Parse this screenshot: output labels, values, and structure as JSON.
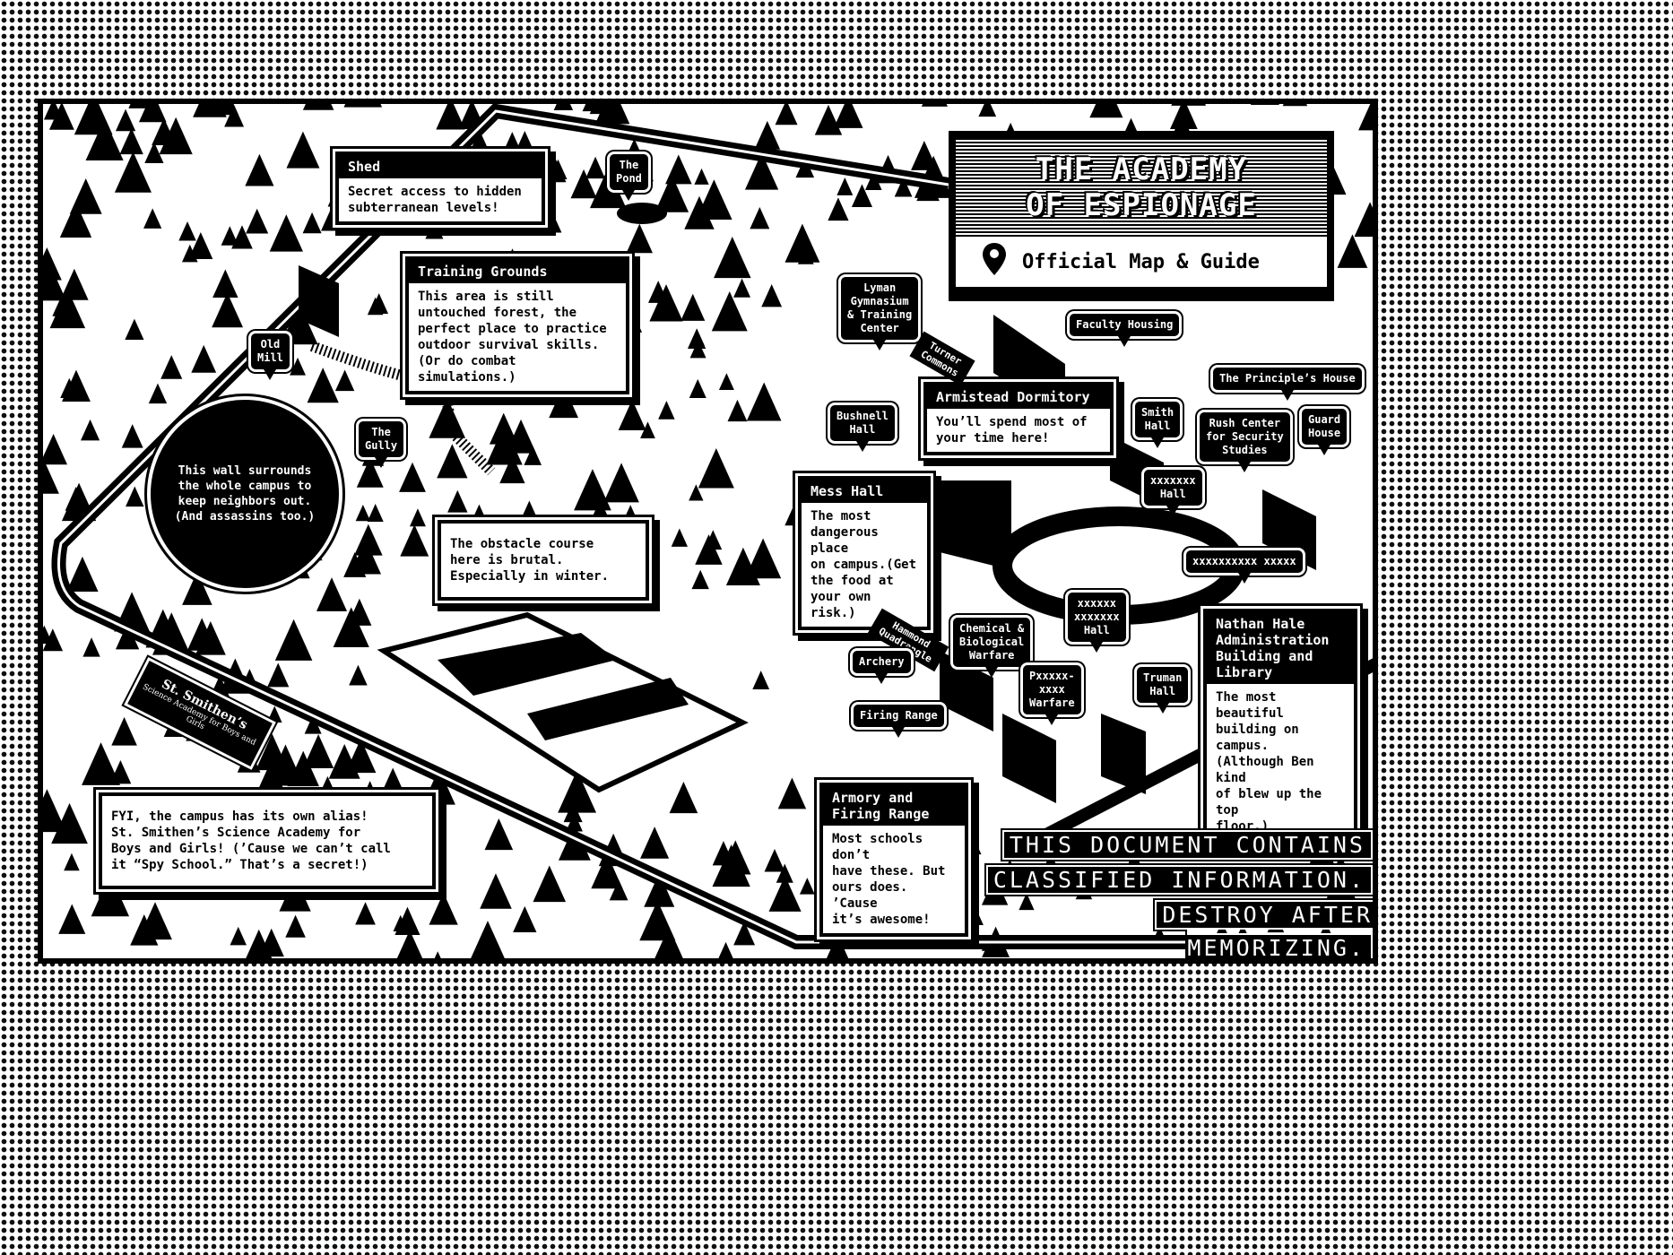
{
  "title": {
    "line1": "THE ACADEMY\nOF ESPIONAGE",
    "subtitle": "Official Map & Guide",
    "icon": "map-pin-icon"
  },
  "callouts": {
    "shed": {
      "title": "Shed",
      "body": "Secret access to hidden\nsubterranean levels!"
    },
    "training": {
      "title": "Training Grounds",
      "body": "This area is still\nuntouched forest, the\nperfect place to practice\noutdoor survival skills.\n(Or do combat simulations.)"
    },
    "wall": "This wall surrounds\nthe whole campus to\nkeep neighbors out.\n(And assassins too.)",
    "obstacle": "The obstacle course\nhere is brutal.\nEspecially in winter.",
    "armistead": {
      "title": "Armistead Dormitory",
      "body": "You’ll spend most of\nyour time here!"
    },
    "mess": {
      "title": "Mess Hall",
      "body": "The most\ndangerous place\non campus.(Get\nthe food at\nyour own risk.)"
    },
    "nathan": {
      "title": "Nathan Hale\nAdministration\nBuilding and\nLibrary",
      "body": "The most beautiful\nbuilding on campus.\n(Although Ben kind\nof blew up the top\nfloor.)"
    },
    "armory": {
      "title": "Armory and\nFiring Range",
      "body": "Most schools don’t\nhave these. But\nours does. ’Cause\nit’s awesome!"
    },
    "fyi": "FYI, the campus has its own alias!\nSt. Smithen’s Science Academy for\nBoys and Girls! (’Cause we can’t call\nit “Spy School.” That’s a secret!)"
  },
  "labels": {
    "pond": "The\nPond",
    "old_mill": "Old\nMill",
    "gully": "The\nGully",
    "lyman": "Lyman\nGymnasium\n& Training\nCenter",
    "faculty": "Faculty Housing",
    "turner": "Turner\nCommons",
    "bushnell": "Bushnell\nHall",
    "smith": "Smith\nHall",
    "principle": "The Principle’s House",
    "rush": "Rush Center\nfor Security\nStudies",
    "guard": "Guard\nHouse",
    "x_hall": "xxxxxxx\nHall",
    "x_long": "xxxxxxxxxx xxxxx",
    "hammond": "Hammond\nQuadrangle",
    "chem": "Chemical &\nBiological\nWarfare",
    "x_hall2": "xxxxxx\nxxxxxxx\nHall",
    "archery": "Archery",
    "firing": "Firing Range",
    "p_warfare": "Pxxxxx-\nxxxx\nWarfare",
    "truman": "Truman\nHall"
  },
  "sign": {
    "name": "St. Smithen’s",
    "sub": "Science Academy for Boys and Girls"
  },
  "classified": [
    "THIS DOCUMENT CONTAINS",
    "CLASSIFIED INFORMATION.",
    "DESTROY AFTER MEMORIZING."
  ],
  "colors": {
    "ink": "#000000",
    "paper": "#ffffff"
  }
}
